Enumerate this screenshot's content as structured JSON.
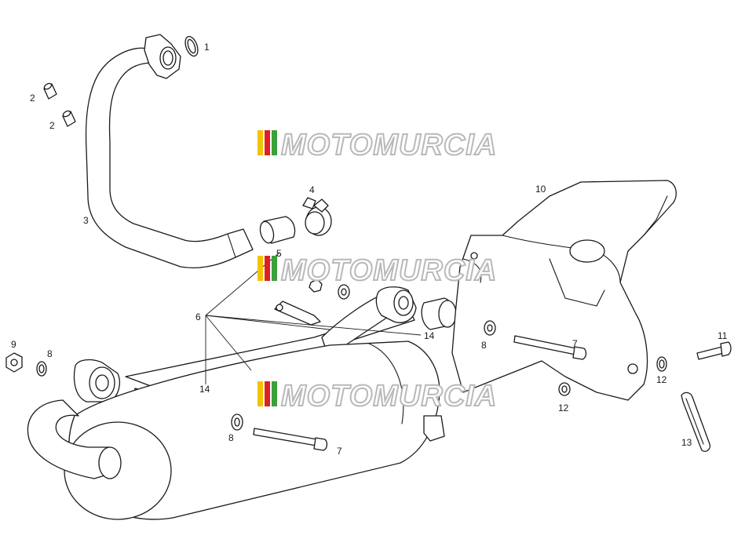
{
  "diagram": {
    "callouts": [
      {
        "id": "c1",
        "label": "1"
      },
      {
        "id": "c2a",
        "label": "2"
      },
      {
        "id": "c2b",
        "label": "2"
      },
      {
        "id": "c3",
        "label": "3"
      },
      {
        "id": "c4",
        "label": "4"
      },
      {
        "id": "c5",
        "label": "5"
      },
      {
        "id": "c6",
        "label": "6"
      },
      {
        "id": "c7a",
        "label": "7"
      },
      {
        "id": "c7b",
        "label": "7"
      },
      {
        "id": "c8a",
        "label": "8"
      },
      {
        "id": "c8b",
        "label": "8"
      },
      {
        "id": "c8c",
        "label": "8"
      },
      {
        "id": "c9",
        "label": "9"
      },
      {
        "id": "c10",
        "label": "10"
      },
      {
        "id": "c11",
        "label": "11"
      },
      {
        "id": "c12a",
        "label": "12"
      },
      {
        "id": "c12b",
        "label": "12"
      },
      {
        "id": "c13",
        "label": "13"
      },
      {
        "id": "c14a",
        "label": "14"
      },
      {
        "id": "c14b",
        "label": "14"
      }
    ]
  },
  "watermark": {
    "text": "MOTOMURCIA",
    "colors": [
      "#f2c300",
      "#e02020",
      "#3aa03a"
    ]
  }
}
